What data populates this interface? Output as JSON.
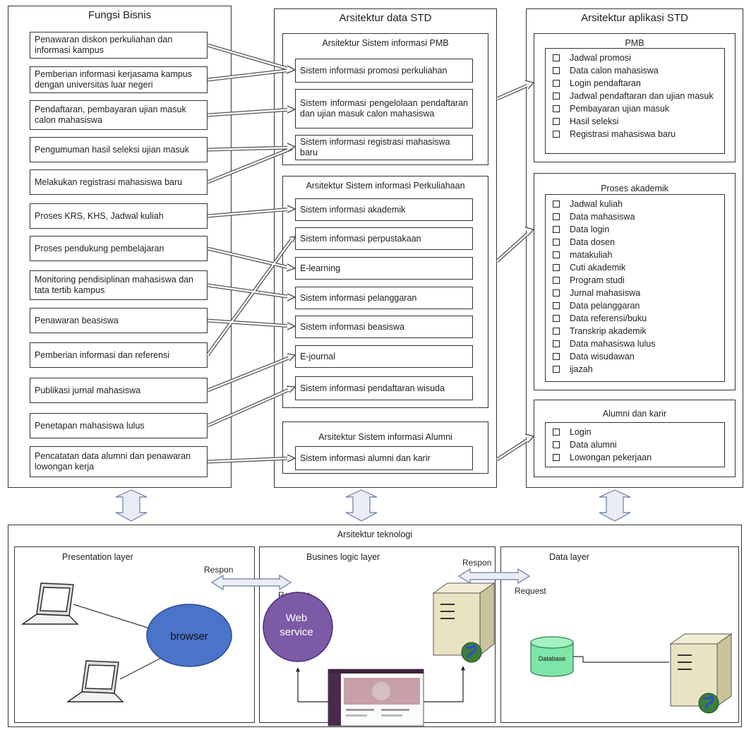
{
  "fungsi_bisnis": {
    "title": "Fungsi Bisnis",
    "items": [
      "Penawaran diskon perkuliahan dan informasi kampus",
      "Pemberian informasi kerjasama kampus dengan universitas luar negeri",
      "Pendaftaran, pembayaran ujian masuk calon mahasiswa",
      "Pengumuman hasil seleksi ujian masuk",
      "Melakukan registrasi mahasiswa baru",
      "Proses KRS, KHS, Jadwal kuliah",
      "Proses pendukung pembelajaran",
      "Monitoring pendisiplinan mahasiswa dan tata tertib kampus",
      "Penawaran beasiswa",
      "Pemberian informasi dan referensi",
      "Publikasi jurnal mahasiswa",
      "Penetapan mahasiswa lulus",
      "Pencatatan data alumni dan penawaran lowongan kerja"
    ]
  },
  "arsitektur_data": {
    "title": "Arsitektur data STD",
    "groups": [
      {
        "title": "Arsitektur Sistem informasi PMB",
        "items": [
          "Sistem informasi promosi perkuliahan",
          "Sistem informasi pengelolaan pendaftaran dan ujian masuk calon mahasiswa",
          "Sistem informasi registrasi mahasiswa baru"
        ]
      },
      {
        "title": "Arsitektur Sistem informasi Perkuliahaan",
        "items": [
          "Sistem informasi akademik",
          "Sistem informasi perpustakaan",
          "E-learning",
          "Sistem informasi pelanggaran",
          "Sistem informasi beasiswa",
          "E-journal",
          "Sistem informasi pendaftaran wisuda"
        ]
      },
      {
        "title": "Arsitektur Sistem informasi Alumni",
        "items": [
          "Sistem informasi alumni dan karir"
        ]
      }
    ]
  },
  "arsitektur_aplikasi": {
    "title": "Arsitektur aplikasi STD",
    "groups": [
      {
        "title": "PMB",
        "items": [
          "Jadwal promosi",
          "Data calon mahasiswa",
          "Login pendaftaran",
          "Jadwal pendaftaran dan ujian masuk",
          "Pembayaran ujian masuk",
          "Hasil seleksi",
          "Registrasi mahasiswa baru"
        ]
      },
      {
        "title": "Proses akademik",
        "items": [
          "Jadwal kuliah",
          "Data mahasiswa",
          "Data login",
          "Data dosen",
          "matakuliah",
          "Cuti akademik",
          "Program studi",
          "Jurnal mahasiswa",
          "Data pelanggaran",
          "Data referensi/buku",
          "Transkrip akademik",
          "Data mahasiswa lulus",
          "Data wisudawan",
          "ijazah"
        ]
      },
      {
        "title": "Alumni dan karir",
        "items": [
          "Login",
          "Data alumni",
          "Lowongan pekerjaan"
        ]
      }
    ]
  },
  "teknologi": {
    "title": "Arsitektur teknologi",
    "presentation_layer": "Presentation layer",
    "business_layer": "Busines logic layer",
    "data_layer": "Data layer",
    "respon_1": "Respon",
    "request_1": "Request",
    "respon_2": "Respon",
    "request_2": "Request",
    "browser": "browser",
    "web_service_line1": "Web",
    "web_service_line2": "service",
    "database": "Database"
  },
  "colors": {
    "browser_fill": "#4a74c9",
    "web_service_fill": "#7c5aa6",
    "database_fill": "#7ee6a8",
    "globe": "#3b7f3a"
  },
  "icons": [
    "laptop-icon",
    "server-icon",
    "globe-icon",
    "database-icon",
    "double-arrow-icon"
  ]
}
